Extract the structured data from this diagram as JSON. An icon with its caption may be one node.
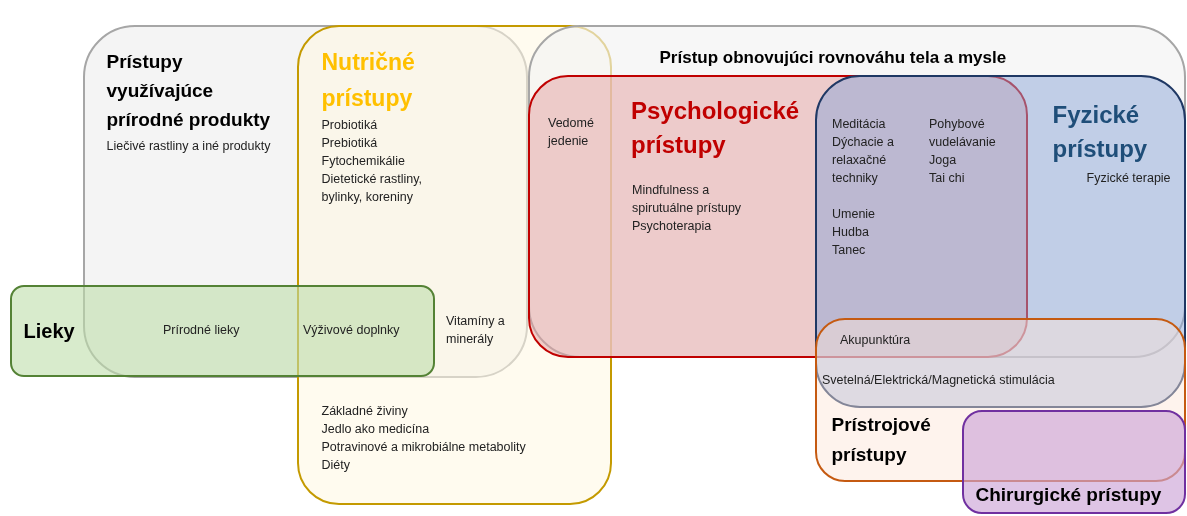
{
  "diagram": {
    "nodes": [
      {
        "text": [
          "Prístupy využívajúce prírodné produkty",
          "Liečivé rastliny a iné produkty"
        ]
      },
      {
        "text": [
          "Nutričné prístupy",
          "Probiotiká",
          "Prebiotiká",
          "Fytochemikálie",
          "Dietetické rastliny, bylinky, koreniny",
          "Základné živiny",
          "Jedlo ako medicína",
          "Potravinové a mikrobiálne metabolity",
          "Diéty"
        ]
      },
      {
        "text": [
          "Lieky"
        ]
      },
      {
        "text": [
          "Prístup obnovujúci rovnováhu tela a mysle"
        ]
      },
      {
        "text": [
          "Psychologické prístupy",
          "Mindfulness a spirutuálne prístupy",
          "Psychoterapia"
        ],
        "in": 3
      },
      {
        "text": [
          "Fyzické prístupy",
          "Fyzické terapie"
        ]
      },
      {
        "text": [
          "Prístrojové prístupy"
        ]
      },
      {
        "text": [
          "Chirurgické prístupy"
        ]
      }
    ],
    "labels": [
      "Vedomé jedenie",
      "Meditácia",
      "Dýchacie a relaxačné techniky",
      "Pohybové vudelávanie",
      "Joga",
      "Tai chi",
      "Umenie",
      "Hudba",
      "Tanec",
      "Prírodné lieky",
      "Výživové doplnky",
      "Vitamíny a minerály",
      "Akupunktúra",
      "Svetelná/Elektrická/Magnetická stimulácia"
    ]
  }
}
